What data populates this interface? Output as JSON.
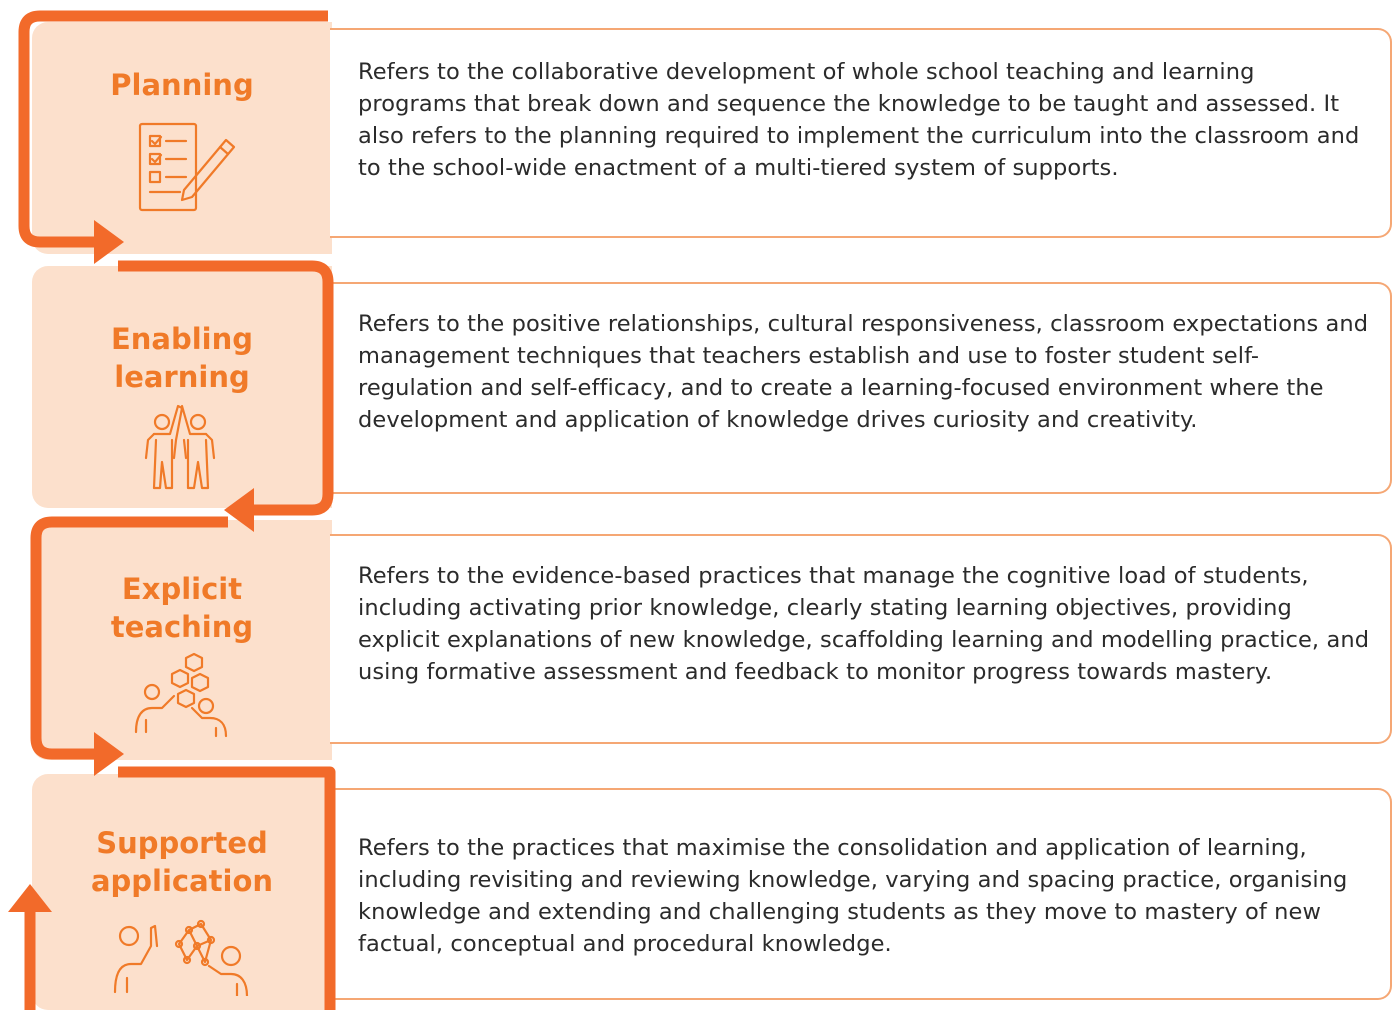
{
  "rows": [
    {
      "title": "Planning",
      "icon": "checklist-pencil-icon",
      "description": "Refers to the collaborative development of whole school teaching and learning programs that break down and sequence the knowledge  to be taught and assessed. It also refers to the planning required to implement the curriculum into the classroom and to the school-wide enactment of a multi-tiered system of supports."
    },
    {
      "title": "Enabling\nlearning",
      "icon": "high-five-people-icon",
      "description": "Refers to the positive relationships, cultural responsiveness, classroom expectations and management techniques that teachers establish and use to foster student self-regulation and self-efficacy, and to create a learning-focused environment where the development and application of knowledge drives curiosity and creativity."
    },
    {
      "title": "Explicit\nteaching",
      "icon": "people-hexagons-icon",
      "description": "Refers to the evidence-based practices that manage the cognitive load of students, including activating prior knowledge, clearly stating learning objectives, providing explicit explanations of new knowledge, scaffolding learning and modelling practice, and using formative assessment and feedback to monitor progress towards mastery."
    },
    {
      "title": "Supported\napplication",
      "icon": "people-network-icon",
      "description": "Refers to the practices that maximise the consolidation and application of learning, including revisiting and reviewing knowledge, varying and spacing practice, organising knowledge and extending and challenging students as they move to mastery of new factual, conceptual and procedural knowledge."
    }
  ],
  "colors": {
    "accent": "#f26a2a",
    "label_fill": "#fce0cc",
    "border": "#f5a774",
    "title": "#f07a28"
  }
}
